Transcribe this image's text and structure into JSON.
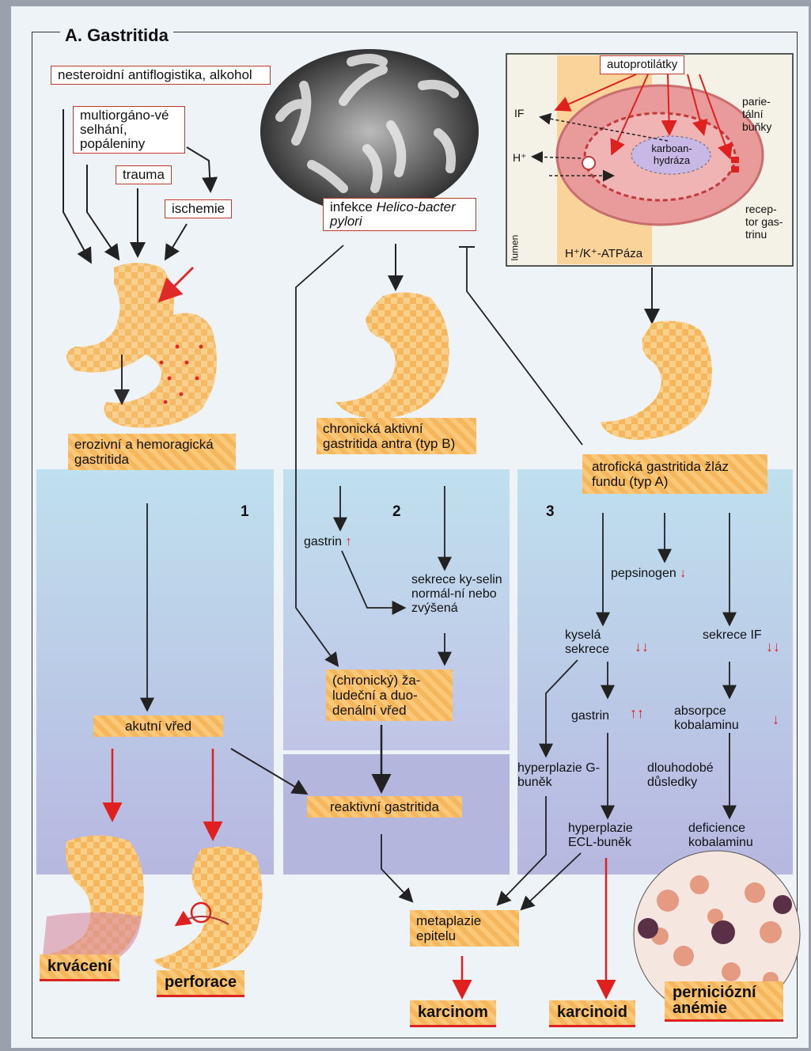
{
  "title": "A. Gastritida",
  "causes": {
    "nsaid": "nesteroidní antiflogistika, alkohol",
    "multiorgan": "multiorgáno-vé selhání, popáleniny",
    "trauma": "trauma",
    "ischemia": "ischemie",
    "hp": "infekce Helicobacter pylori",
    "hp_plain": "infekce ",
    "hp_italic": "Helico-bacter pylori"
  },
  "inset": {
    "autoantibodies": "autoprotilátky",
    "parietal": "parie-tální buňky",
    "if": "IF",
    "h": "H⁺",
    "enzyme": "karboan-hydráza",
    "receptor": "recep-tor gas-trinu",
    "lumen": "lumen",
    "pump": "H⁺/K⁺-ATPáza"
  },
  "types": {
    "erosive": "erozivní a hemoragická gastritida",
    "chronic": "chronická aktivní gastritida antra (typ B)",
    "atrophic": "atrofická gastritida žláz fundu (typ A)"
  },
  "columns": {
    "c1": "1",
    "c2": "2",
    "c3": "3"
  },
  "col2": {
    "gastrin": "gastrin",
    "secretion": "sekrece ky-selin normál-ní nebo zvýšená",
    "ulcer": "(chronický) ža-ludeční a duo-denální vřed"
  },
  "col3": {
    "pepsinogen": "pepsinogen",
    "acid": "kyselá sekrece",
    "if_secr": "sekrece IF",
    "gastrin": "gastrin",
    "absorption": "absorpce kobalaminu",
    "hyper_g": "hyperplazie G-buněk",
    "longterm": "dlouhodobé důsledky",
    "hyper_ecl": "hyperplazie ECL-buněk",
    "deficiency": "deficience kobalaminu"
  },
  "col1": {
    "acute": "akutní vřed"
  },
  "reactive": "reaktivní gastritida",
  "metaplasia": "metaplazie epitelu",
  "outcomes": {
    "bleeding": "krvácení",
    "perforation": "perforace",
    "carcinoma": "karcinom",
    "carcinoid": "karcinoid",
    "anemia": "perniciózní anémie"
  },
  "indicators": {
    "up": "↑",
    "down": "↓",
    "double_up": "↑↑",
    "double_down": "↓↓"
  },
  "colors": {
    "red": "#e0201e",
    "orange": "#f6b75c",
    "blue": "#bfe0ee",
    "page": "#eef3f8"
  }
}
